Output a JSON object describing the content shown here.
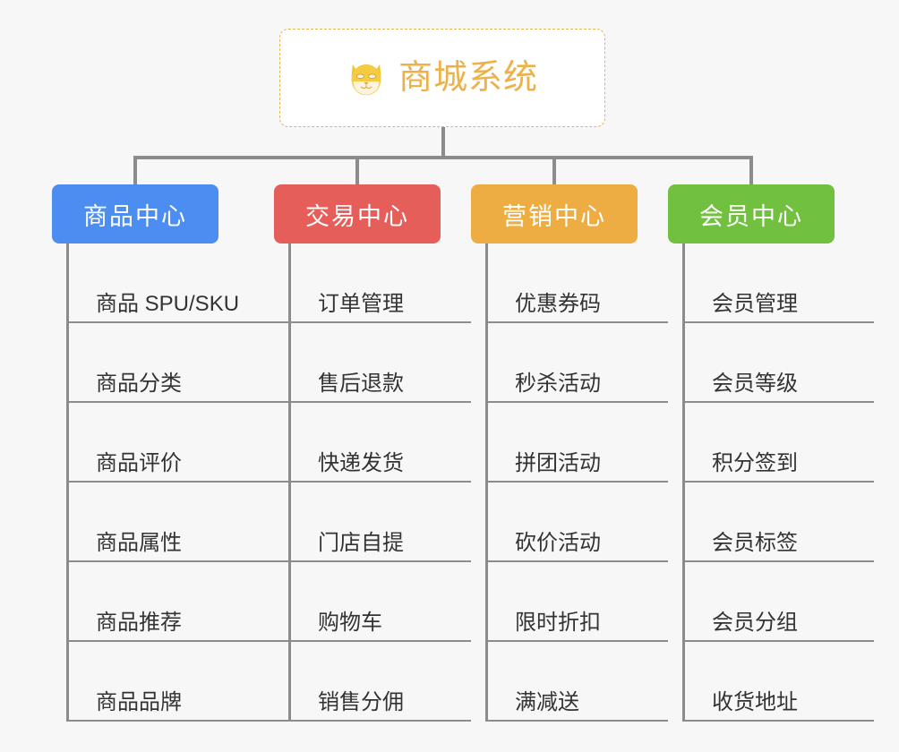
{
  "background_color": "#f7f7f7",
  "root": {
    "title": "商城系统",
    "icon": "shiba-dog-face-icon",
    "text_color": "#edb14a",
    "border_color": "#e8b44a",
    "background_color": "#ffffff"
  },
  "connector_color": "#8c8c8c",
  "categories": [
    {
      "label": "商品中心",
      "color": "#4b8df0",
      "items": [
        "商品 SPU/SKU",
        "商品分类",
        "商品评价",
        "商品属性",
        "商品推荐",
        "商品品牌"
      ]
    },
    {
      "label": "交易中心",
      "color": "#e55e59",
      "items": [
        "订单管理",
        "售后退款",
        "快递发货",
        "门店自提",
        "购物车",
        "销售分佣"
      ]
    },
    {
      "label": "营销中心",
      "color": "#edad42",
      "items": [
        "优惠券码",
        "秒杀活动",
        "拼团活动",
        "砍价活动",
        "限时折扣",
        "满减送"
      ]
    },
    {
      "label": "会员中心",
      "color": "#72c040",
      "items": [
        "会员管理",
        "会员等级",
        "积分签到",
        "会员标签",
        "会员分组",
        "收货地址"
      ]
    }
  ]
}
